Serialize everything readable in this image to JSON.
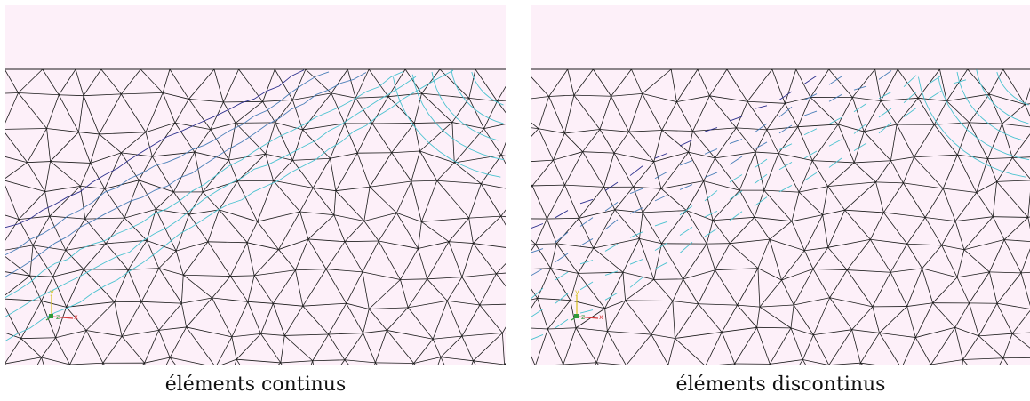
{
  "panels": [
    {
      "caption": "éléments continus",
      "seed": 17,
      "contour_style": "continuous"
    },
    {
      "caption": "éléments discontinus",
      "seed": 53,
      "contour_style": "discontinuous"
    }
  ],
  "colors": {
    "background": "#fdf0f9",
    "mesh_edges": "#1a1a1a",
    "contour_dark": "#2b2f8c",
    "contour_blue": "#4a7fb8",
    "contour_cyan": "#49c2cf",
    "axis_x": "#d43a3a",
    "axis_y": "#d8c21e",
    "axis_z": "#2f9a3a"
  },
  "axes_triad": {
    "labels": [
      "x",
      "y",
      "z"
    ]
  }
}
